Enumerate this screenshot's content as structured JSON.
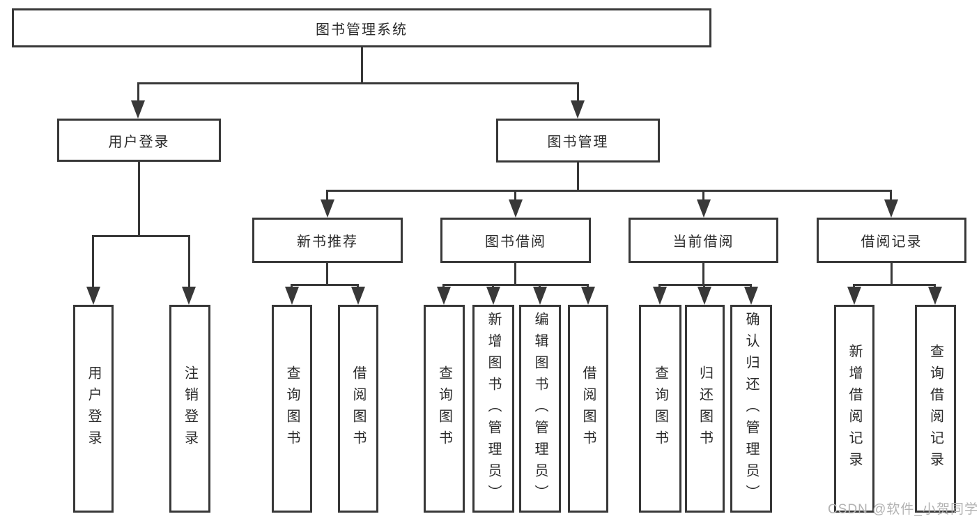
{
  "tree": {
    "label": "图书管理系统",
    "children": [
      {
        "label": "用户登录",
        "children": [
          {
            "label": "用户登录"
          },
          {
            "label": "注销登录"
          }
        ]
      },
      {
        "label": "图书管理",
        "children": [
          {
            "label": "新书推荐",
            "children": [
              {
                "label": "查询图书"
              },
              {
                "label": "借阅图书"
              }
            ]
          },
          {
            "label": "图书借阅",
            "children": [
              {
                "label": "查询图书"
              },
              {
                "label": "新增图书（管理员）"
              },
              {
                "label": "编辑图书（管理员）"
              },
              {
                "label": "借阅图书"
              }
            ]
          },
          {
            "label": "当前借阅",
            "children": [
              {
                "label": "查询图书"
              },
              {
                "label": "归还图书"
              },
              {
                "label": "确认归还（管理员）"
              }
            ]
          },
          {
            "label": "借阅记录",
            "children": [
              {
                "label": "新增借阅记录"
              },
              {
                "label": "查询借阅记录"
              }
            ]
          }
        ]
      }
    ]
  },
  "watermark": {
    "text": "CSDN @软件_小贺同学"
  },
  "colors": {
    "line": "#383838",
    "text": "#2b2b2b",
    "background": "#ffffff",
    "watermark": "#b2b2b2"
  }
}
